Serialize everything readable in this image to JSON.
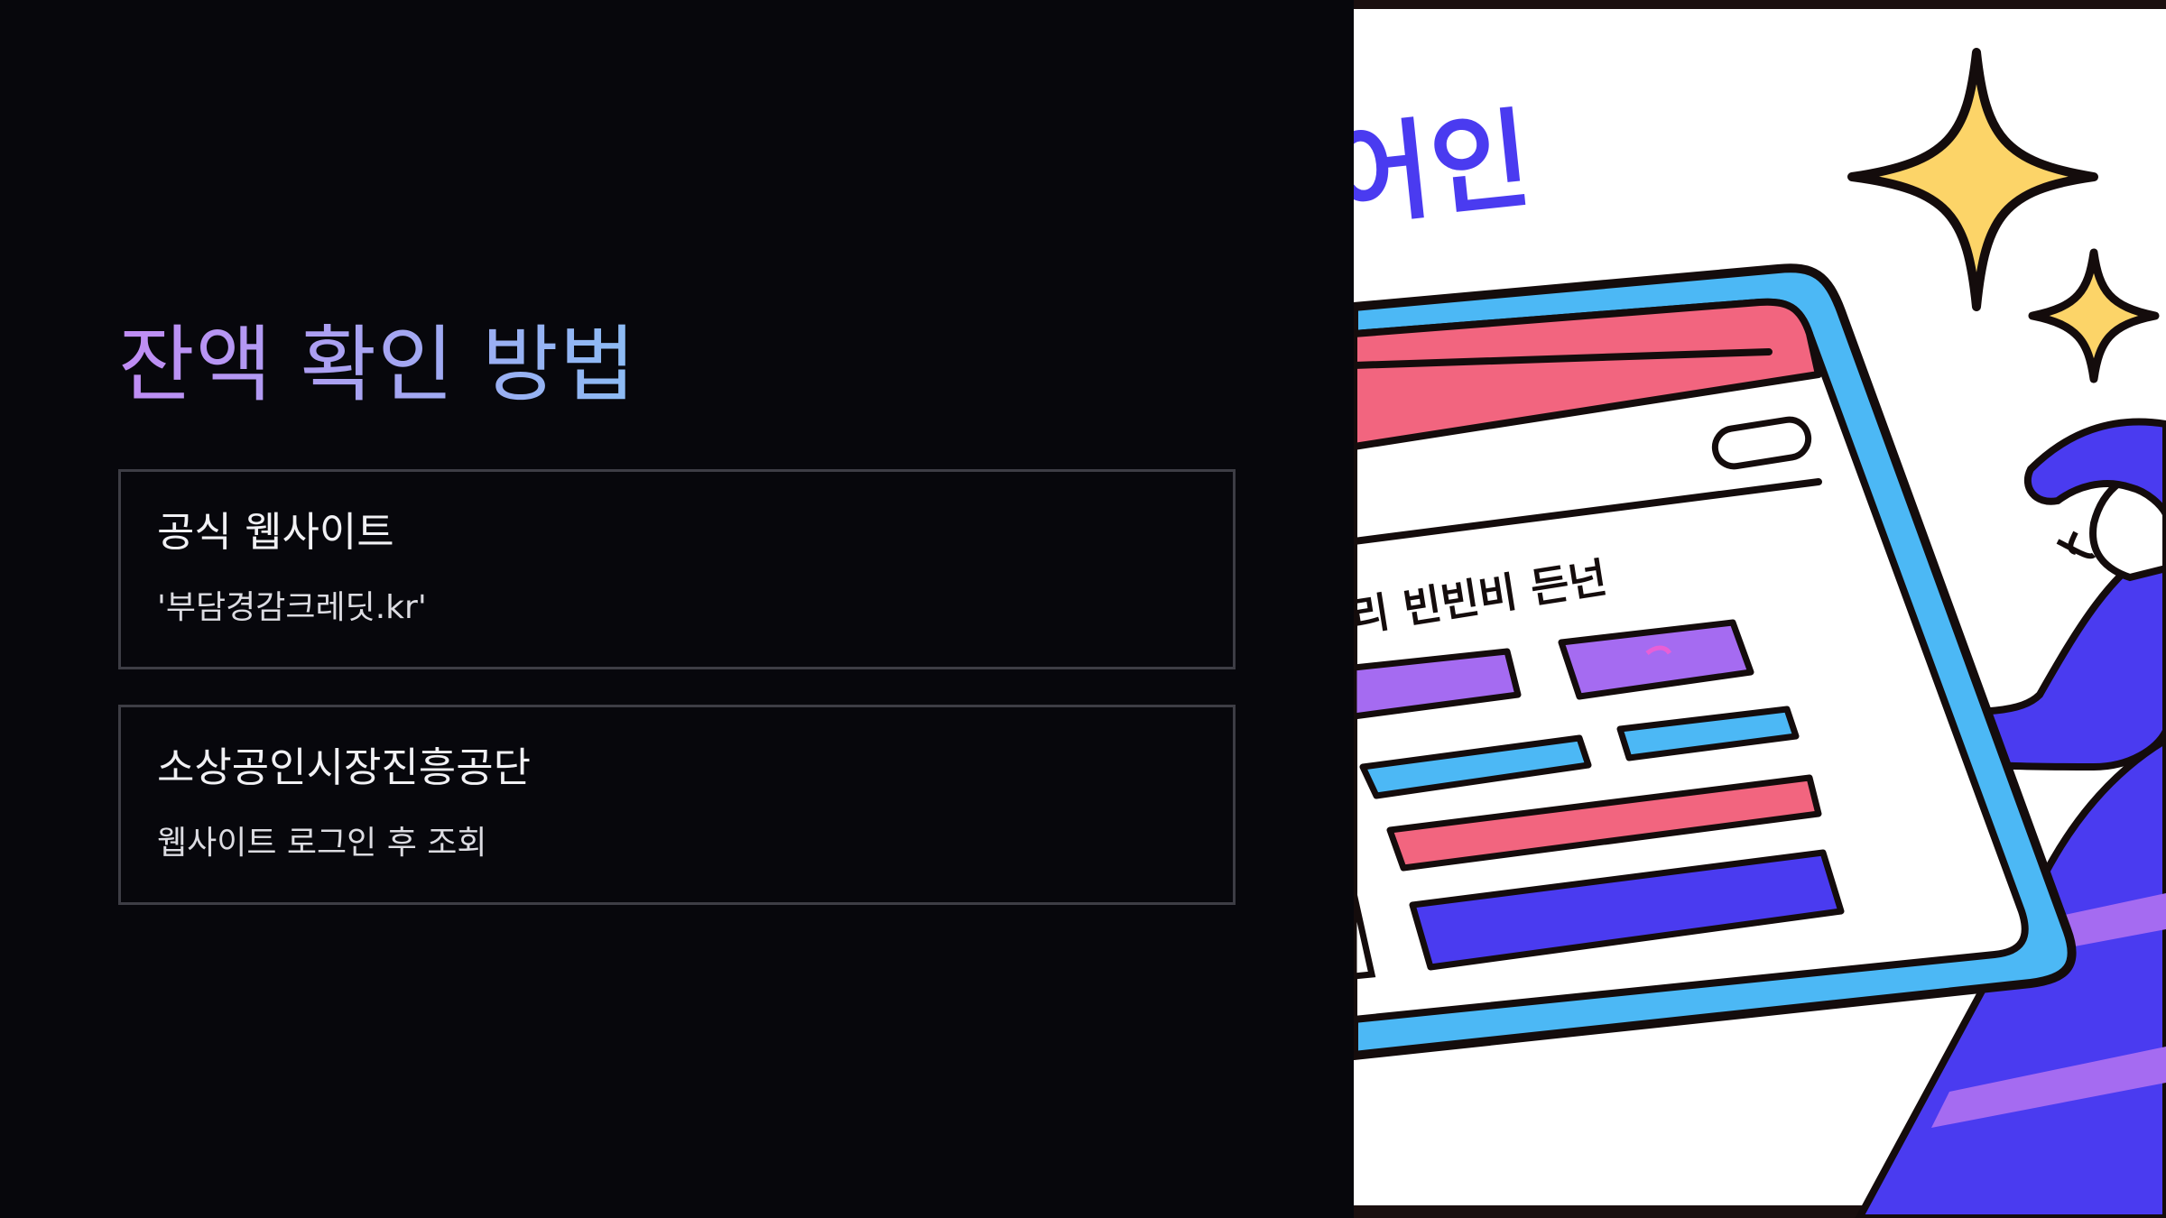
{
  "title": "잔액 확인 방법",
  "cards": [
    {
      "title": "공식 웹사이트",
      "description": "'부담경감크레딧.kr'"
    },
    {
      "title": "소상공인시장진흥공단",
      "description": "웹사이트 로그인 후 조회"
    }
  ],
  "illustration": {
    "heading_text": "어인",
    "form_text": "리 빈빈비 든넌"
  },
  "colors": {
    "background": "#07070c",
    "card_border": "#3d3d45",
    "title_gradient_start": "#c08cf4",
    "title_gradient_end": "#8cbcf4",
    "accent_blue": "#4a3bf0",
    "accent_cyan": "#4cb8f5",
    "accent_pink": "#f2657f",
    "accent_purple": "#a56bf1",
    "accent_yellow": "#fcd468"
  },
  "icons": [
    "sparkle-large-icon",
    "sparkle-small-icon",
    "tablet-illustration",
    "person-illustration"
  ]
}
